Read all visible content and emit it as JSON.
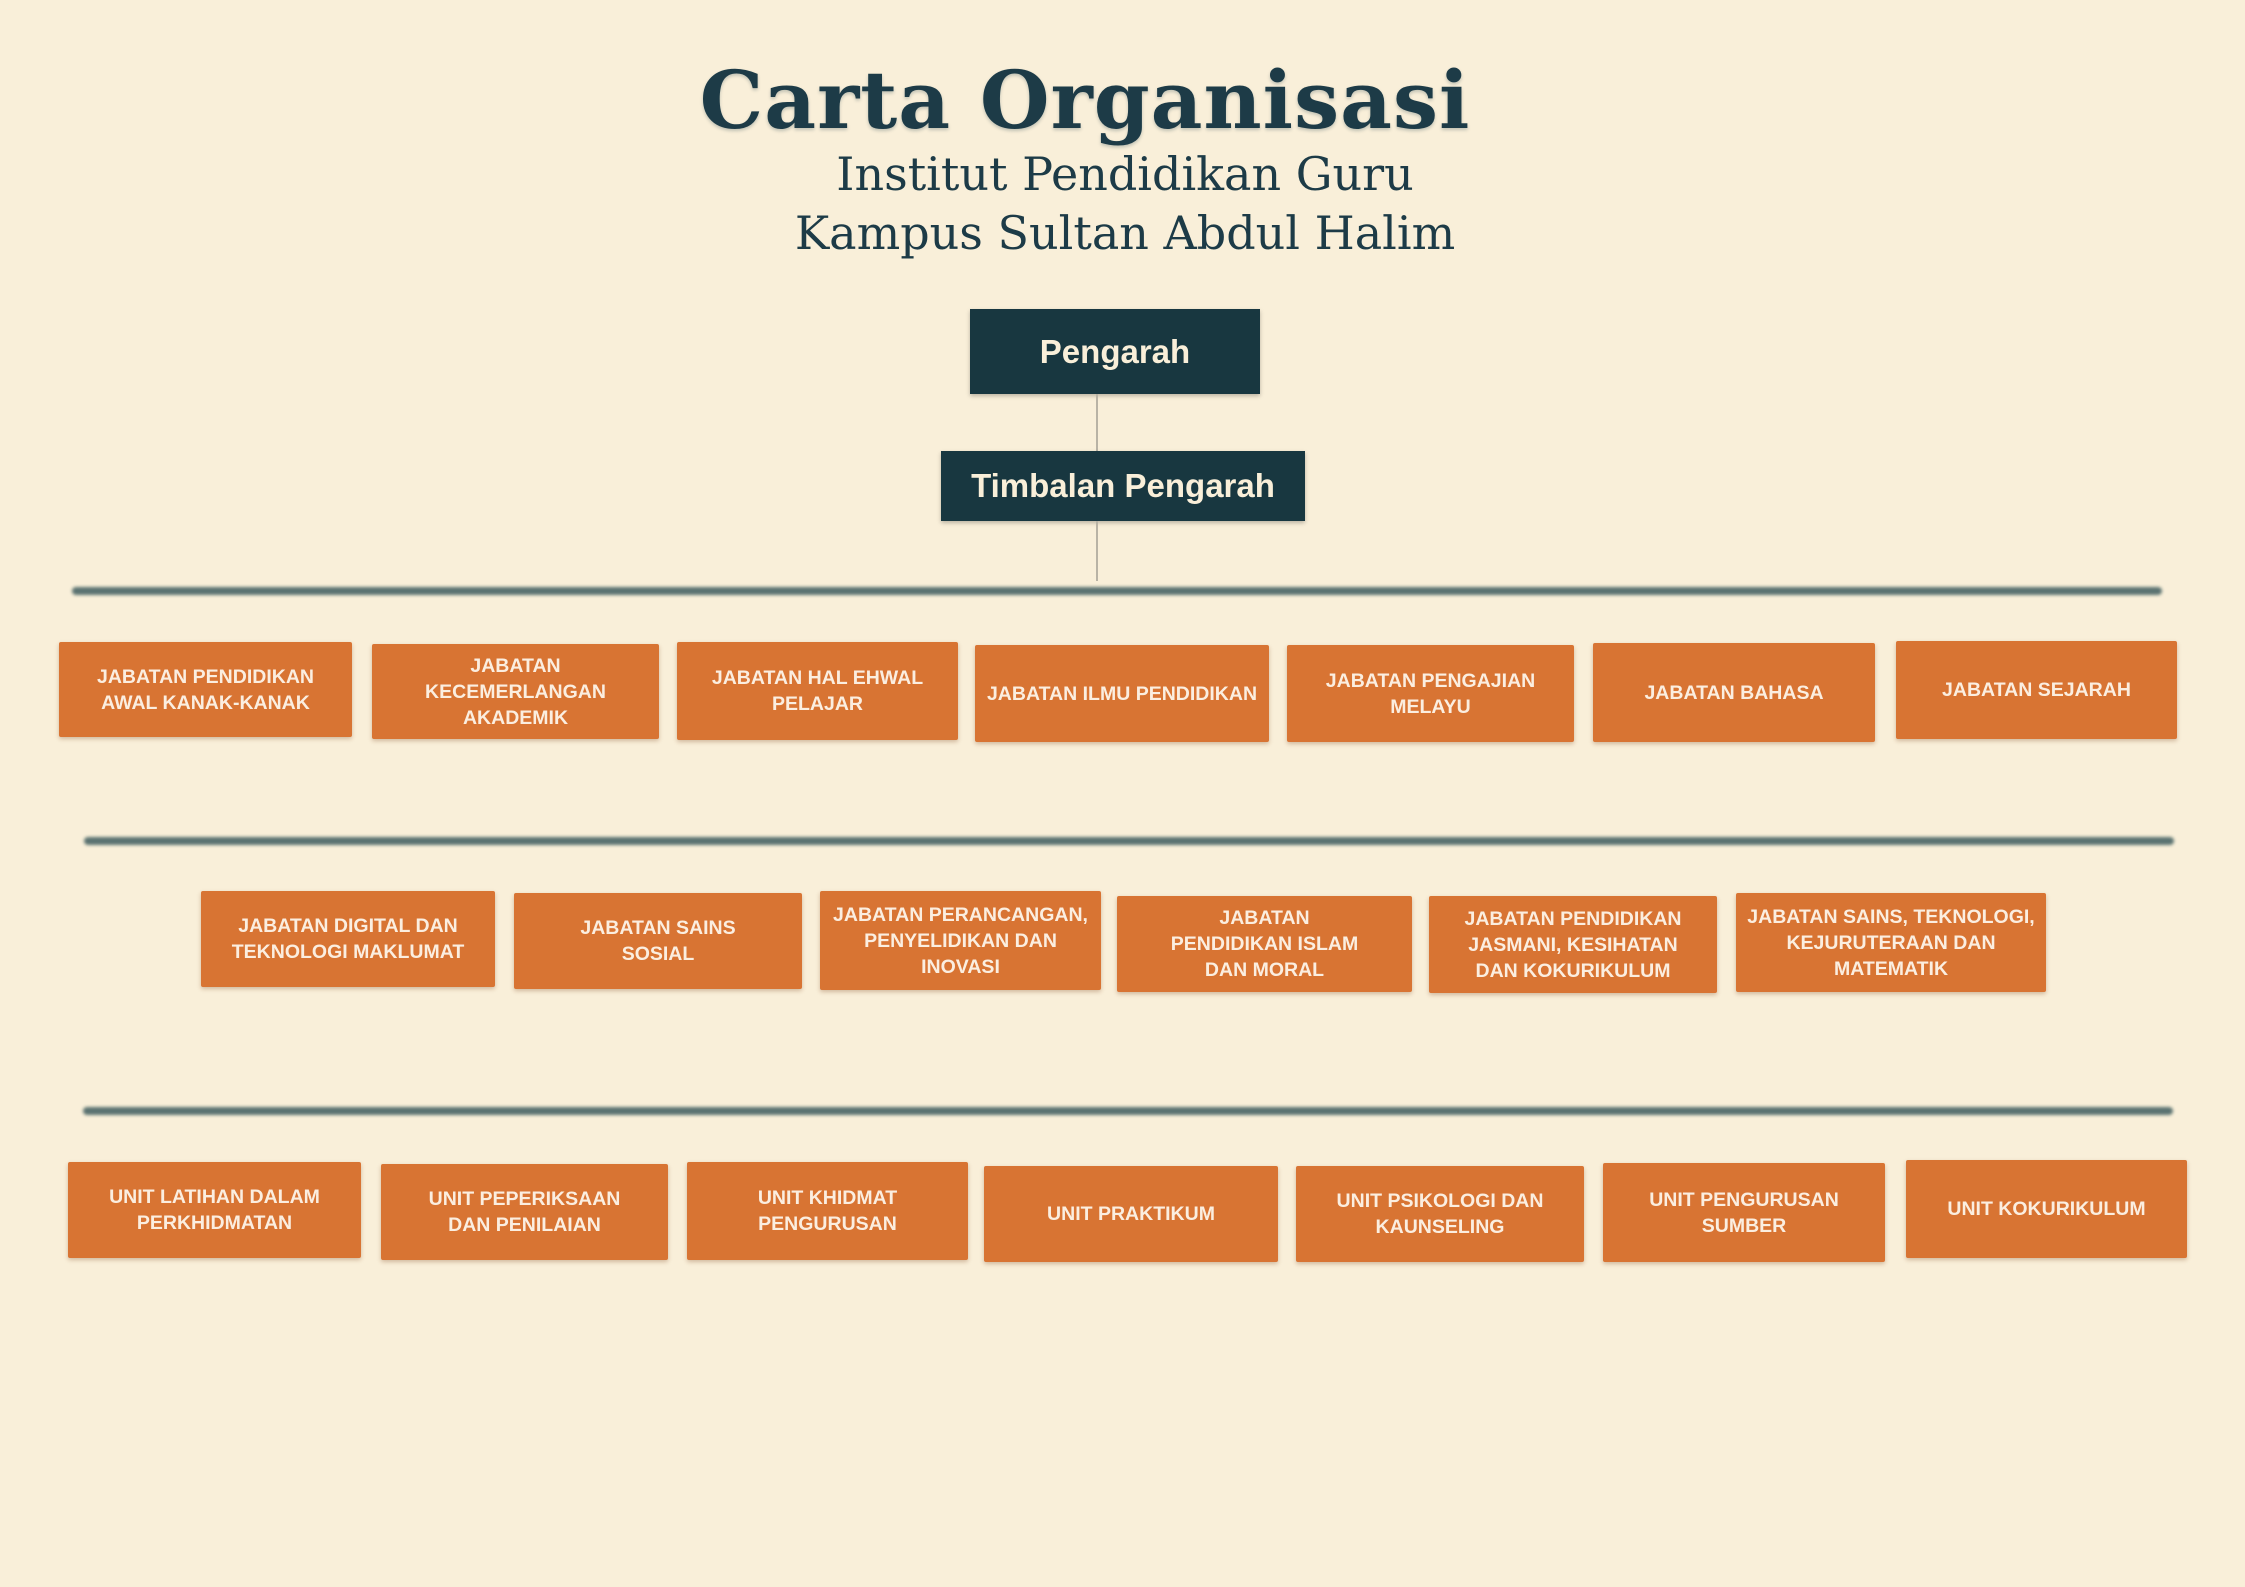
{
  "header": {
    "title": "Carta Organisasi",
    "subtitle_line1": "Institut Pendidikan Guru",
    "subtitle_line2": "Kampus Sultan Abdul Halim"
  },
  "leadership": {
    "director": "Pengarah",
    "deputy_director": "Timbalan Pengarah"
  },
  "row1": [
    "JABATAN PENDIDIKAN AWAL KANAK-KANAK",
    "JABATAN KECEMERLANGAN AKADEMIK",
    "JABATAN HAL EHWAL PELAJAR",
    "JABATAN ILMU PENDIDIKAN",
    "JABATAN PENGAJIAN MELAYU",
    "JABATAN BAHASA",
    "JABATAN SEJARAH"
  ],
  "row2": [
    "JABATAN DIGITAL DAN TEKNOLOGI MAKLUMAT",
    "JABATAN SAINS SOSIAL",
    "JABATAN PERANCANGAN, PENYELIDIKAN DAN INOVASI",
    "JABATAN PENDIDIKAN ISLAM DAN MORAL",
    "JABATAN PENDIDIKAN JASMANI, KESIHATAN DAN KOKURIKULUM",
    "JABATAN SAINS, TEKNOLOGI, KEJURUTERAAN DAN MATEMATIK"
  ],
  "row3": [
    "UNIT LATIHAN DALAM PERKHIDMATAN",
    "UNIT PEPERIKSAAN DAN PENILAIAN",
    "UNIT KHIDMAT PENGURUSAN",
    "UNIT PRAKTIKUM",
    "UNIT PSIKOLOGI DAN KAUNSELING",
    "UNIT PENGURUSAN SUMBER",
    "UNIT KOKURIKULUM"
  ],
  "colors": {
    "background": "#f9efd9",
    "title": "#1d3b47",
    "leadership_box": "#183740",
    "unit_box": "#d87433",
    "divider": "#3f5d5f"
  }
}
